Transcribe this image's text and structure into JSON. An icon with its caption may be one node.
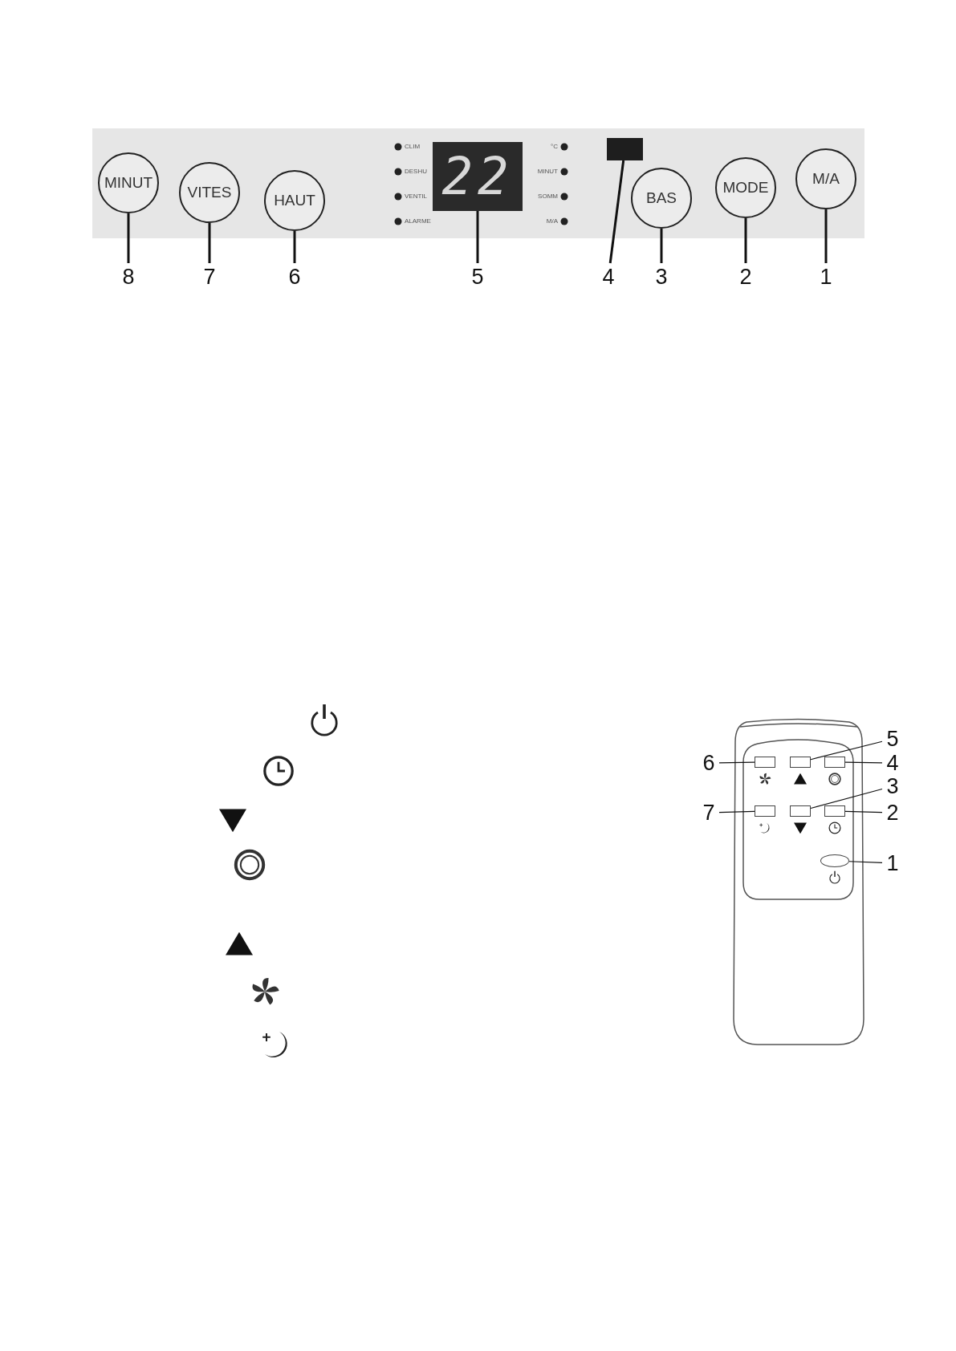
{
  "diagram": {
    "nodes": [
      {
        "text": [
          "MINUT"
        ]
      },
      {
        "text": [
          "VITES"
        ]
      },
      {
        "text": [
          "HAUT"
        ]
      },
      {
        "text": [
          "22"
        ]
      },
      {
        "text": [],
        "shape": "box"
      },
      {
        "text": [
          "BAS"
        ]
      },
      {
        "text": [
          "MODE"
        ]
      },
      {
        "text": [
          "M/A"
        ]
      },
      {
        "text": [
          "8"
        ]
      },
      {
        "text": [
          "7"
        ]
      },
      {
        "text": [
          "6"
        ]
      },
      {
        "text": [
          "5"
        ]
      },
      {
        "text": [
          "4"
        ]
      },
      {
        "text": [
          "3"
        ]
      },
      {
        "text": [
          "2"
        ]
      },
      {
        "text": [
          "1"
        ]
      },
      {
        "text": [
          "5"
        ]
      },
      {
        "text": [
          "6"
        ]
      },
      {
        "text": [],
        "shape": "box"
      },
      {
        "text": [],
        "shape": "box"
      },
      {
        "text": [],
        "shape": "box"
      },
      {
        "text": [
          "4"
        ]
      },
      {
        "text": [
          "3"
        ]
      },
      {
        "text": [
          "7"
        ]
      },
      {
        "text": [],
        "shape": "box"
      },
      {
        "text": [],
        "shape": "box"
      },
      {
        "text": [],
        "shape": "box"
      },
      {
        "text": [
          "2"
        ]
      },
      {
        "text": [],
        "shape": "oval"
      },
      {
        "text": [
          "1"
        ]
      }
    ],
    "edges": [
      {
        "from": 8,
        "to": 0,
        "arrow": "none"
      },
      {
        "from": 9,
        "to": 1,
        "arrow": "none"
      },
      {
        "from": 10,
        "to": 2,
        "arrow": "none"
      },
      {
        "from": 11,
        "to": 3,
        "arrow": "none"
      },
      {
        "from": 12,
        "to": 4,
        "arrow": "none"
      },
      {
        "from": 13,
        "to": 5,
        "arrow": "none"
      },
      {
        "from": 14,
        "to": 6,
        "arrow": "none"
      },
      {
        "from": 15,
        "to": 7,
        "arrow": "none"
      },
      {
        "from": 16,
        "to": 19,
        "arrow": "none"
      },
      {
        "from": 17,
        "to": 18,
        "arrow": "none"
      },
      {
        "from": 21,
        "to": 20,
        "arrow": "none"
      },
      {
        "from": 22,
        "to": 25,
        "arrow": "none"
      },
      {
        "from": 23,
        "to": 24,
        "arrow": "none"
      },
      {
        "from": 27,
        "to": 26,
        "arrow": "none"
      },
      {
        "from": 29,
        "to": 28,
        "arrow": "none"
      }
    ],
    "labels": [
      "CLIM",
      "°C",
      "DESHU",
      "MINUT",
      "VENTIL",
      "SOMM",
      "ALARME",
      "M/A"
    ]
  }
}
